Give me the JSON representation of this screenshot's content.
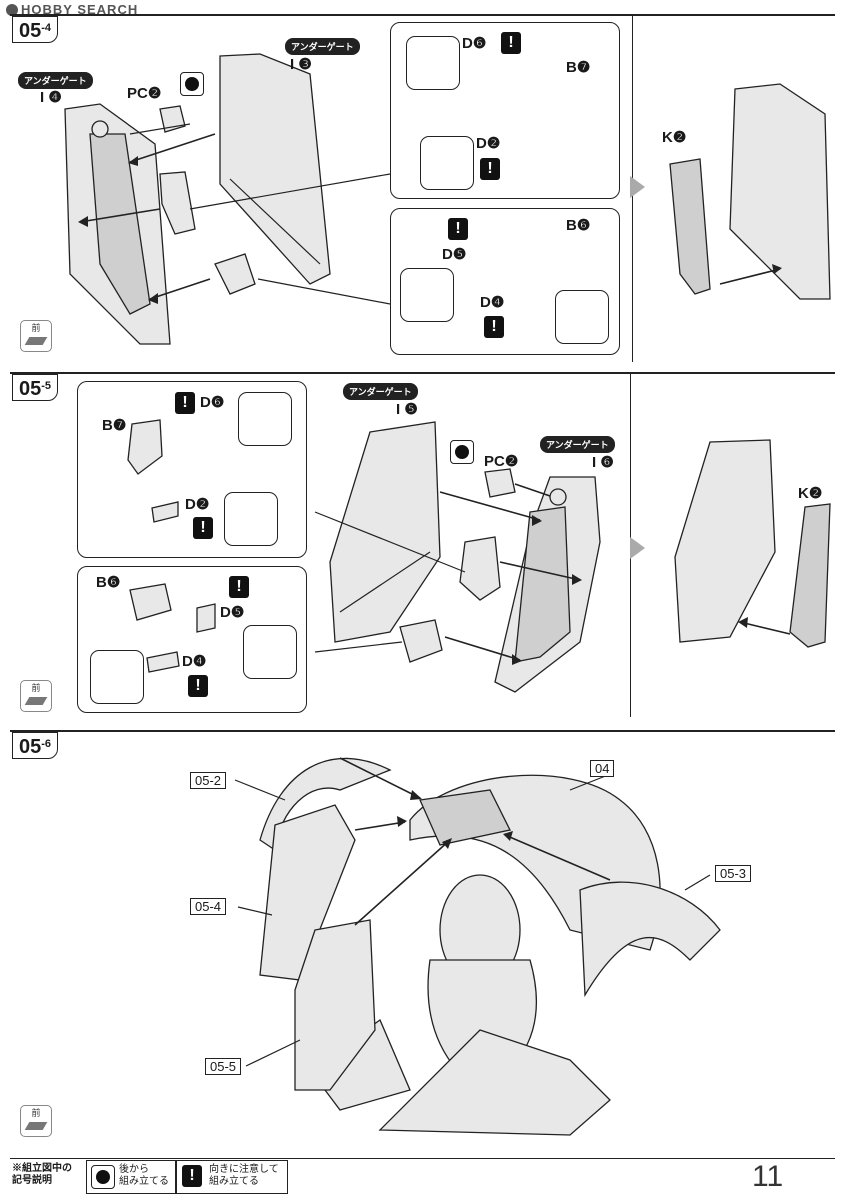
{
  "watermark": "HOBBY SEARCH",
  "page_number": "11",
  "step_05_4": {
    "label": "05",
    "sub": "-4",
    "tag_left": "アンダーゲート",
    "part_left": "I ❹",
    "tag_right": "アンダーゲート",
    "part_right": "I ❸",
    "pc_label": "PC❷",
    "box1": {
      "d6": "D❻",
      "b7": "B❼",
      "d2": "D❷"
    },
    "box2": {
      "b6": "B❻",
      "d5": "D❺",
      "d4": "D❹"
    },
    "k_label": "K❷",
    "front_label": "前"
  },
  "step_05_5": {
    "label": "05",
    "sub": "-5",
    "tag_center": "アンダーゲート",
    "part_center": "I ❺",
    "tag_right": "アンダーゲート",
    "part_right": "I ❻",
    "pc_label": "PC❷",
    "box1": {
      "d6": "D❻",
      "b7": "B❼",
      "d2": "D❷"
    },
    "box2": {
      "b6": "B❻",
      "d5": "D❺",
      "d4": "D❹"
    },
    "k_label": "K❷",
    "front_label": "前"
  },
  "step_05_6": {
    "label": "05",
    "sub": "-6",
    "refs": {
      "r052": "05-2",
      "r04": "04",
      "r054": "05-4",
      "r053": "05-3",
      "r055": "05-5"
    },
    "front_label": "前"
  },
  "footer": {
    "legend_title_1": "※組立図中の",
    "legend_title_2": "記号説明",
    "legend_a_1": "後から",
    "legend_a_2": "組み立てる",
    "legend_b_1": "向きに注意して",
    "legend_b_2": "組み立てる",
    "warn_glyph": "!"
  }
}
